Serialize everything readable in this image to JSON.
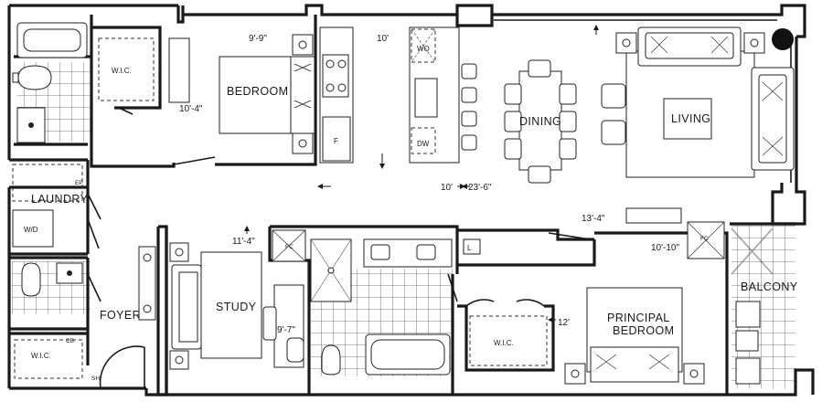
{
  "rooms": {
    "bedroom": {
      "name": "BEDROOM",
      "dim_w": "9'-9\"",
      "dim_d": "10'-4\""
    },
    "kitchen": {
      "dim": "10'",
      "wo": "WO",
      "dw": "DW",
      "f": "F"
    },
    "dining": {
      "name": "DINING",
      "dim": "10'",
      "dim2": "23'-6\""
    },
    "living": {
      "name": "LIVING"
    },
    "laundry": {
      "name": "LAUNDRY",
      "wd": "W/D",
      "ep": "EP"
    },
    "study": {
      "name": "STUDY",
      "dim_w": "11'-4\"",
      "dim_d": "9'-7\""
    },
    "foyer": {
      "name": "FOYER"
    },
    "wic_top": {
      "name": "W.I.C."
    },
    "wic_bottom": {
      "name": "W.I.C.",
      "cb": "CB",
      "sh": "SH"
    },
    "wic_principal": {
      "name": "W.I.C."
    },
    "principal": {
      "name1": "PRINCIPAL",
      "name2": "BEDROOM",
      "dim_w": "13'-4\"",
      "dim_w2": "10'-10\"",
      "dim_d": "12'"
    },
    "balcony": {
      "name": "BALCONY"
    },
    "fc1": "FC",
    "fc2": "FC",
    "l": "L"
  }
}
